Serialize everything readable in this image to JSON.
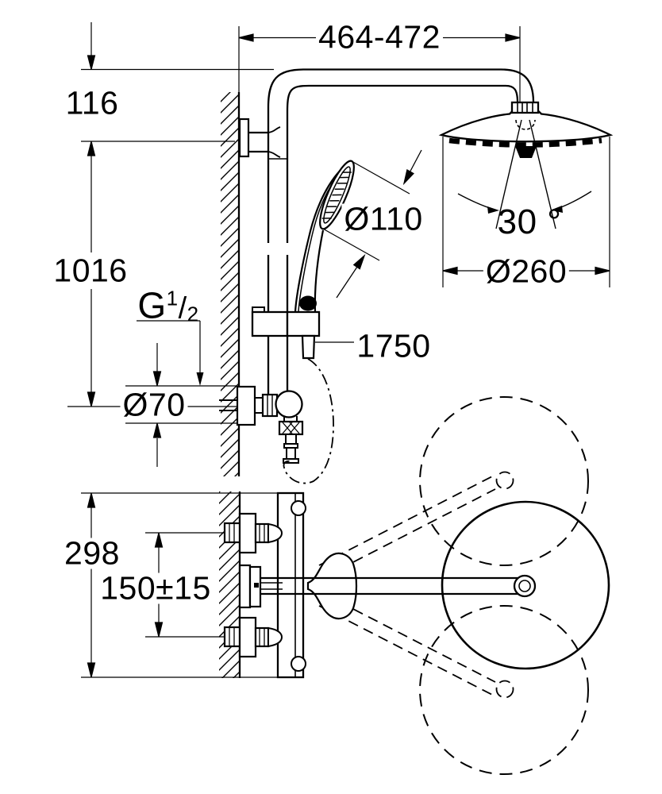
{
  "drawing": {
    "kind": "technical-dimension-drawing",
    "product": "Thermostatic shower system with head shower, hand shower and swivel arm",
    "views": {
      "upper": "side installation view",
      "lower": "plan view with swivel range"
    },
    "colors": {
      "ink": "#000000",
      "paper": "#ffffff"
    }
  },
  "labels": {
    "arm_reach": "464-472",
    "head_offset": "116",
    "rail_height": "1016",
    "thread": {
      "g": "G",
      "sup": "1",
      "slash": "/",
      "sub": "2"
    },
    "hand_shower_diameter": "Ø110",
    "spray_angle": "30 °",
    "head_shower_diameter": "Ø260",
    "hose_length": "1750",
    "escutcheon_diameter": "Ø70",
    "plan_depth": "298",
    "connection_spacing": "150±15"
  }
}
